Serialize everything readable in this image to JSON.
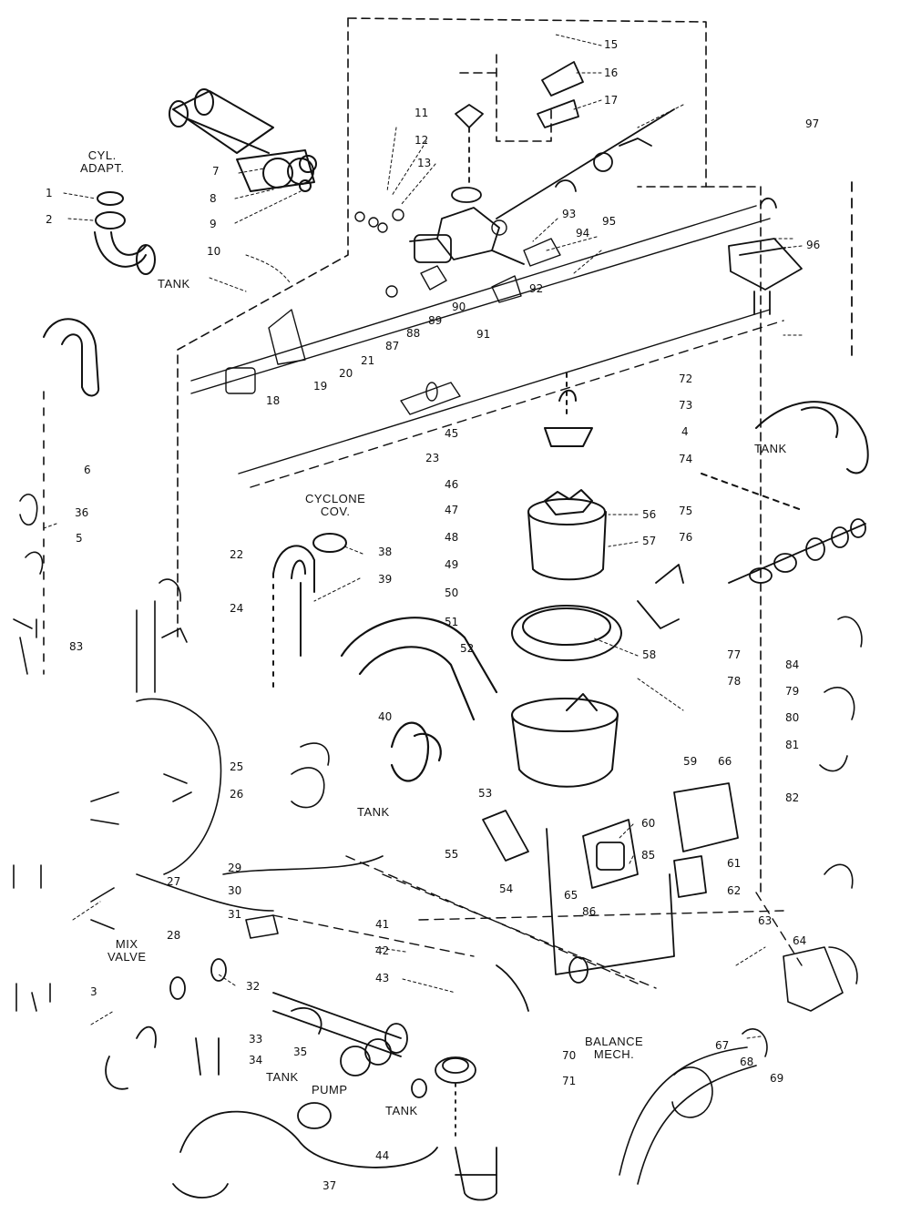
{
  "labels": {
    "cyl_adapt": "CYL.\nADAPT.",
    "cyclone_cov": "CYCLONE\nCOV.",
    "mix_valve": "MIX\nVALVE",
    "balance_mech": "BALANCE\nMECH.",
    "tank": "TANK",
    "pump": "PUMP"
  },
  "callouts": [
    "1",
    "2",
    "3",
    "4",
    "5",
    "6",
    "7",
    "8",
    "9",
    "10",
    "11",
    "12",
    "13",
    "15",
    "16",
    "17",
    "18",
    "19",
    "20",
    "21",
    "22",
    "23",
    "24",
    "25",
    "26",
    "27",
    "28",
    "29",
    "30",
    "31",
    "32",
    "33",
    "34",
    "35",
    "36",
    "37",
    "38",
    "39",
    "40",
    "41",
    "42",
    "43",
    "44",
    "45",
    "46",
    "47",
    "48",
    "49",
    "50",
    "51",
    "52",
    "53",
    "54",
    "55",
    "56",
    "57",
    "58",
    "59",
    "60",
    "61",
    "62",
    "63",
    "64",
    "65",
    "66",
    "67",
    "68",
    "69",
    "70",
    "71",
    "72",
    "73",
    "74",
    "75",
    "76",
    "77",
    "78",
    "79",
    "80",
    "81",
    "82",
    "83",
    "84",
    "85",
    "86",
    "87",
    "88",
    "89",
    "90",
    "91",
    "92",
    "93",
    "94",
    "95",
    "96",
    "97"
  ],
  "colors": {
    "ink": "#111111",
    "paper": "#ffffff"
  }
}
